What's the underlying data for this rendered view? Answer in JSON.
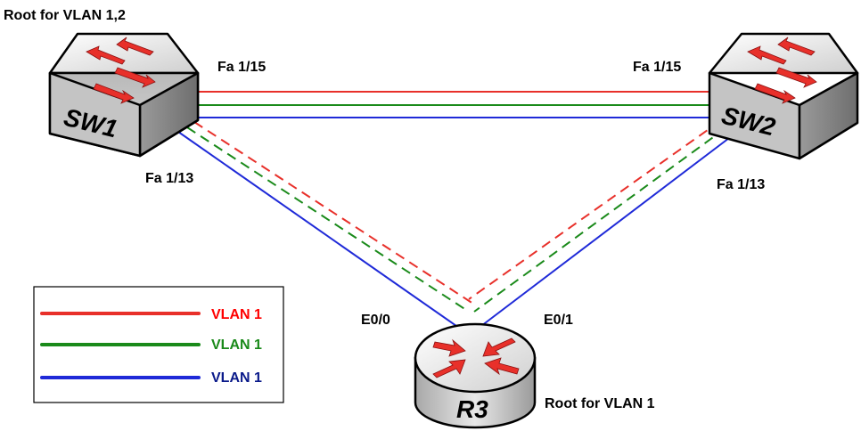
{
  "colors": {
    "red": "#e8302a",
    "green": "#1a8a1a",
    "blue": "#1f2ad8",
    "legend_red": "#ff0000",
    "legend_green": "#1a8a1a",
    "legend_blue": "#0a1a8a"
  },
  "labels": {
    "sw1_root": "Root for VLAN 1,2",
    "r3_root": "Root for VLAN 1",
    "sw1_fa15": "Fa 1/15",
    "sw2_fa15": "Fa 1/15",
    "sw1_fa13": "Fa 1/13",
    "sw2_fa13": "Fa 1/13",
    "r3_e00": "E0/0",
    "r3_e01": "E0/1"
  },
  "devices": {
    "sw1": "SW1",
    "sw2": "SW2",
    "r3": "R3"
  },
  "legend": [
    {
      "label": "VLAN 1",
      "color": "red"
    },
    {
      "label": "VLAN 1",
      "color": "green"
    },
    {
      "label": "VLAN 1",
      "color": "blue"
    }
  ],
  "icons": {
    "switch": "switch-icon",
    "router": "router-icon"
  }
}
